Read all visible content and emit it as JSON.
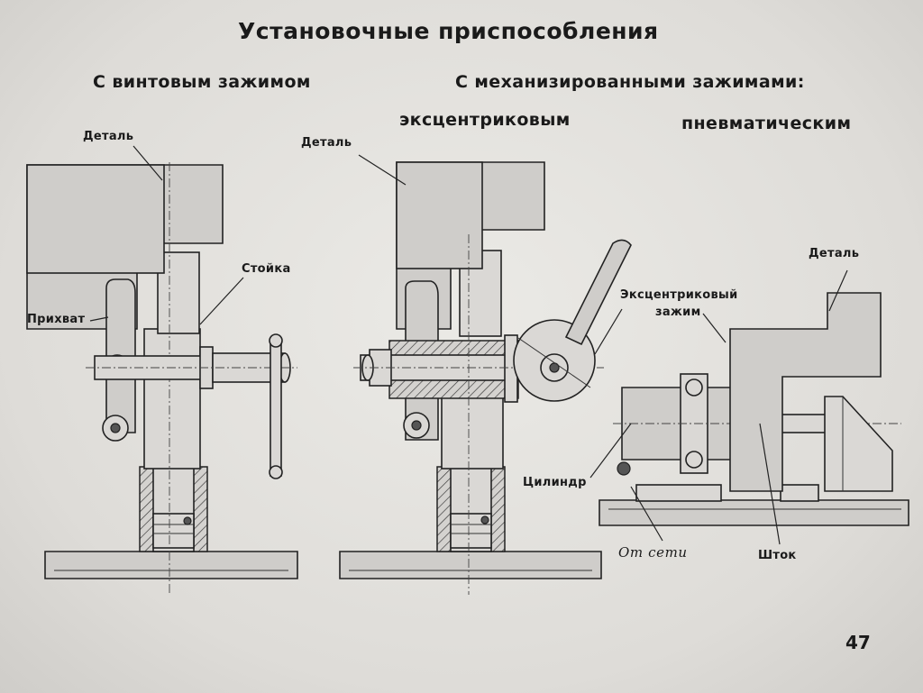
{
  "title": "Установочные приспособления",
  "headings": {
    "screw": "С винтовым зажимом",
    "mechanized": "С механизированными зажимами:",
    "eccentric": "эксцентриковым",
    "pneumatic": "пневматическим"
  },
  "labels": {
    "detail_1": "Деталь",
    "stand": "Стойка",
    "clamp": "Прихват",
    "detail_2": "Деталь",
    "eccentric_clamp_line1": "Эксцентриковый",
    "eccentric_clamp_line2": "зажим",
    "detail_3": "Деталь",
    "cylinder": "Цилиндр",
    "from_network": "От сети",
    "rod": "Шток"
  },
  "page_number": "47"
}
